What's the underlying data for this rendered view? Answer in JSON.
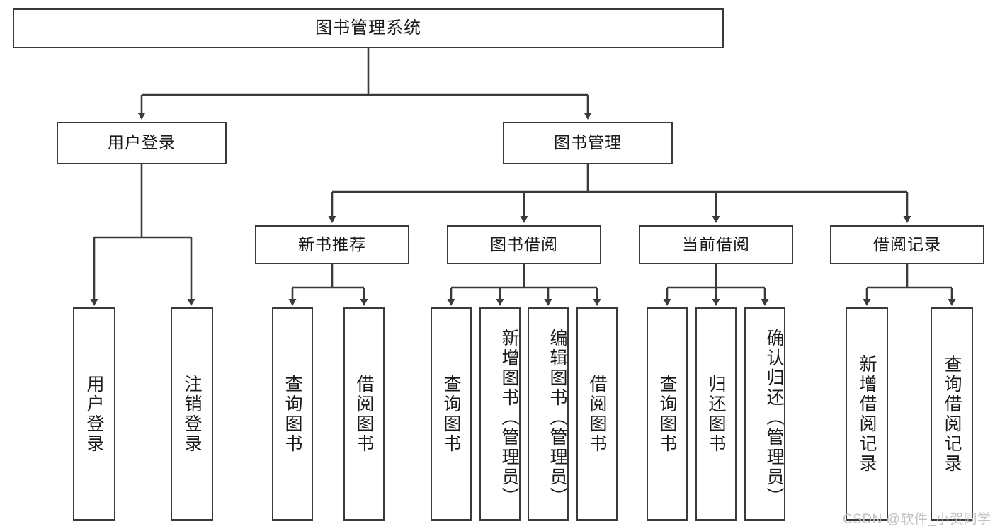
{
  "diagram": {
    "title": "图书管理系统",
    "type": "tree-hierarchy",
    "root": {
      "label": "图书管理系统"
    },
    "level1": [
      {
        "label": "用户登录"
      },
      {
        "label": "图书管理"
      }
    ],
    "level2": [
      {
        "label": "新书推荐"
      },
      {
        "label": "图书借阅"
      },
      {
        "label": "当前借阅"
      },
      {
        "label": "借阅记录"
      }
    ],
    "leaves": {
      "user_login": [
        {
          "label": "用户登录"
        },
        {
          "label": "注销登录"
        }
      ],
      "new_book_recommend": [
        {
          "label": "查询图书"
        },
        {
          "label": "借阅图书"
        }
      ],
      "book_borrow": [
        {
          "label": "查询图书"
        },
        {
          "label": "新增图书（管理员）"
        },
        {
          "label": "编辑图书（管理员）"
        },
        {
          "label": "借阅图书"
        }
      ],
      "current_borrow": [
        {
          "label": "查询图书"
        },
        {
          "label": "归还图书"
        },
        {
          "label": "确认归还（管理员）"
        }
      ],
      "borrow_record": [
        {
          "label": "新增借阅记录"
        },
        {
          "label": "查询借阅记录"
        }
      ]
    }
  },
  "watermark": {
    "text": "CSDN @软件_小贺同学"
  },
  "colors": {
    "box_border": "#3a3a3a",
    "box_fill": "#ffffff",
    "line": "#3a3a3a",
    "text": "#1a1a1a",
    "watermark": "#c2c2c2"
  }
}
